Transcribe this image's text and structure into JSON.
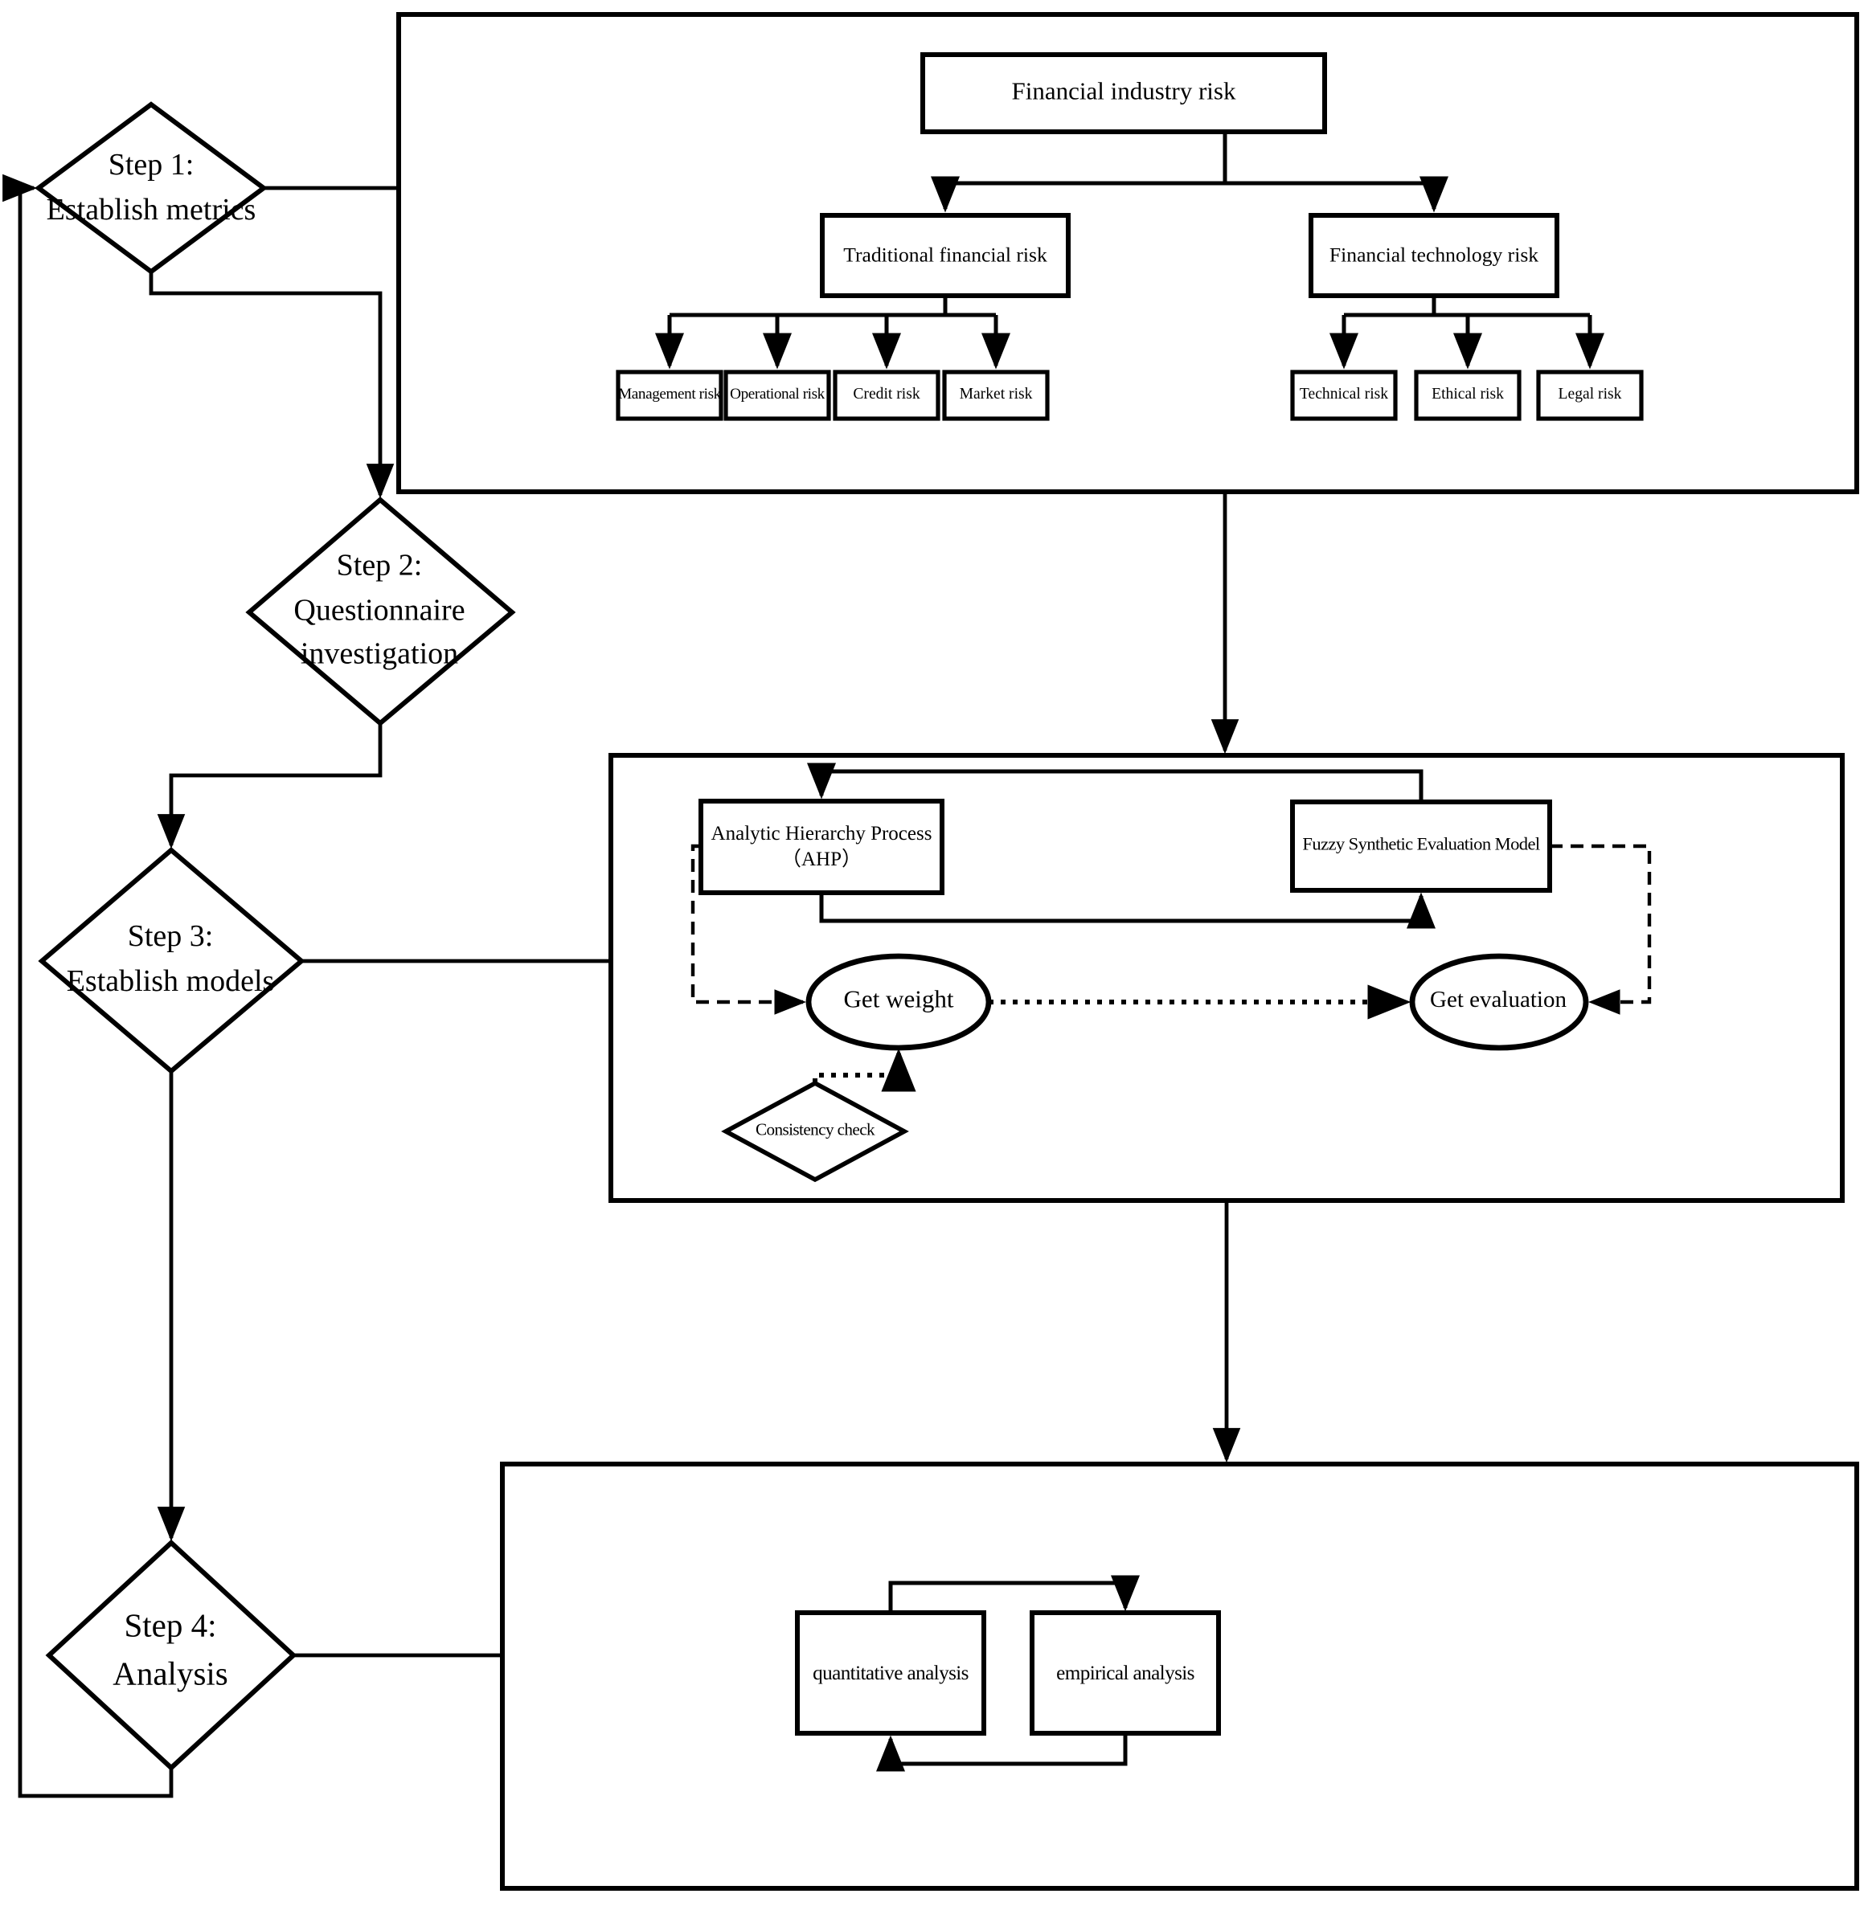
{
  "steps": [
    {
      "label": "Step 1:\nEstablish metrics"
    },
    {
      "label": "Step 2:\nQuestionnaire\ninvestigation"
    },
    {
      "label": "Step 3:\nEstablish models"
    },
    {
      "label": "Step 4:\nAnalysis"
    }
  ],
  "risk_tree": {
    "root": "Financial industry risk",
    "traditional": {
      "label": "Traditional financial risk",
      "children": [
        "Management risk",
        "Operational risk",
        "Credit risk",
        "Market risk"
      ]
    },
    "technology": {
      "label": "Financial technology risk",
      "children": [
        "Technical risk",
        "Ethical risk",
        "Legal risk"
      ]
    }
  },
  "models": {
    "ahp": "Analytic Hierarchy Process\n（AHP）",
    "fuzzy": "Fuzzy Synthetic Evaluation Model",
    "get_weight": "Get weight",
    "get_evaluation": "Get evaluation",
    "consistency_check": "Consistency check"
  },
  "analysis": {
    "quantitative": "quantitative analysis",
    "empirical": "empirical analysis"
  },
  "colors": {
    "ink": "#000000",
    "paper": "#ffffff"
  }
}
